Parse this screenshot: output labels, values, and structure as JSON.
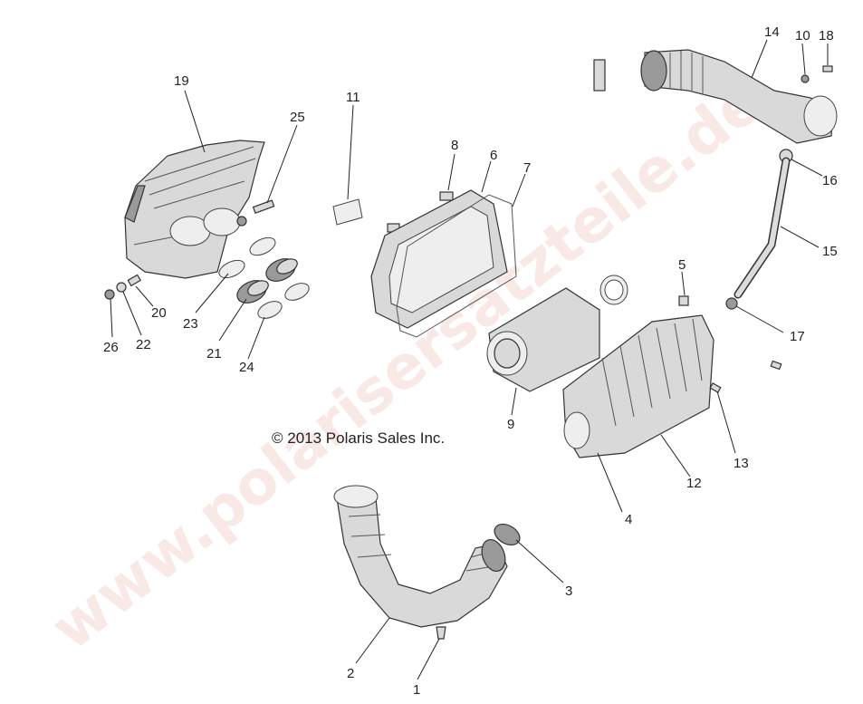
{
  "copyright": "© 2013 Polaris Sales Inc.",
  "watermark": "www.polarisersatzteile.de",
  "callouts": {
    "c1": "1",
    "c2": "2",
    "c3": "3",
    "c4": "4",
    "c5": "5",
    "c6": "6",
    "c7": "7",
    "c8": "8",
    "c9": "9",
    "c10": "10",
    "c11": "11",
    "c12": "12",
    "c13": "13",
    "c14": "14",
    "c15": "15",
    "c16": "16",
    "c17": "17",
    "c18": "18",
    "c19": "19",
    "c20": "20",
    "c21": "21",
    "c22": "22",
    "c23": "23",
    "c24": "24",
    "c25": "25",
    "c26": "26"
  }
}
